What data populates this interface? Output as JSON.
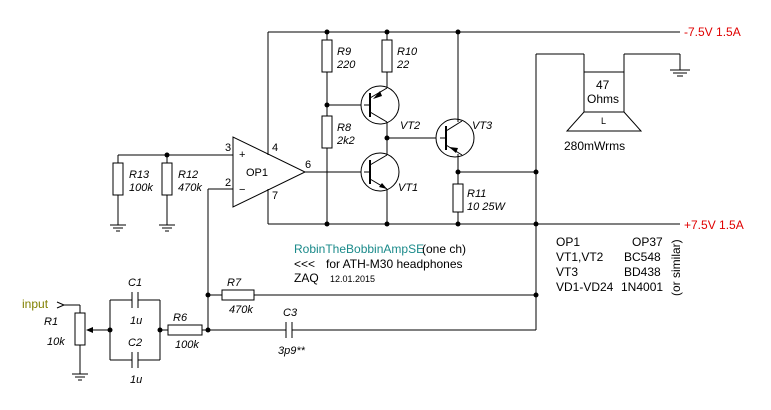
{
  "rails": {
    "negative": "-7.5V 1.5A",
    "positive": "+7.5V 1.5A"
  },
  "input_label": "input",
  "components": {
    "R1": {
      "ref": "R1",
      "value": "10k"
    },
    "C1": {
      "ref": "C1",
      "value": "1u"
    },
    "C2": {
      "ref": "C2",
      "value": "1u"
    },
    "R6": {
      "ref": "R6",
      "value": "100k"
    },
    "R7": {
      "ref": "R7",
      "value": "470k"
    },
    "C3": {
      "ref": "C3",
      "value": "3p9**"
    },
    "R8": {
      "ref": "R8",
      "value": "2k2"
    },
    "R9": {
      "ref": "R9",
      "value": "220"
    },
    "R10": {
      "ref": "R10",
      "value": "22"
    },
    "R11": {
      "ref": "R11",
      "value": "10 25W"
    },
    "R12": {
      "ref": "R12",
      "value": "470k"
    },
    "R13": {
      "ref": "R13",
      "value": "100k"
    },
    "VT1": {
      "ref": "VT1"
    },
    "VT2": {
      "ref": "VT2"
    },
    "VT3": {
      "ref": "VT3"
    },
    "OP1": {
      "ref": "OP1"
    }
  },
  "opamp_pins": {
    "plus": "+",
    "minus": "−",
    "p3": "3",
    "p2": "2",
    "p4": "4",
    "p6": "6",
    "p7": "7"
  },
  "speaker": {
    "line1": "47",
    "line2": "Ohms",
    "letter": "L",
    "power": "280mWrms"
  },
  "info": {
    "title": "RobinTheBobbinAmpSE",
    "title_suffix": "(one ch)",
    "arrow": "<<<",
    "note": "for ATH-M30 headphones",
    "author": "ZAQ",
    "date": "12.01.2015"
  },
  "parts_list": {
    "rows": [
      {
        "ref": "OP1",
        "part": "OP37"
      },
      {
        "ref": "VT1,VT2",
        "part": "BC548"
      },
      {
        "ref": "VT3",
        "part": "BD438"
      },
      {
        "ref": "VD1-VD24",
        "part": "1N4001"
      }
    ],
    "note": "(or similar)"
  },
  "colors": {
    "rail": "#e00000",
    "title": "#1a8a8a",
    "input": "#808000"
  }
}
